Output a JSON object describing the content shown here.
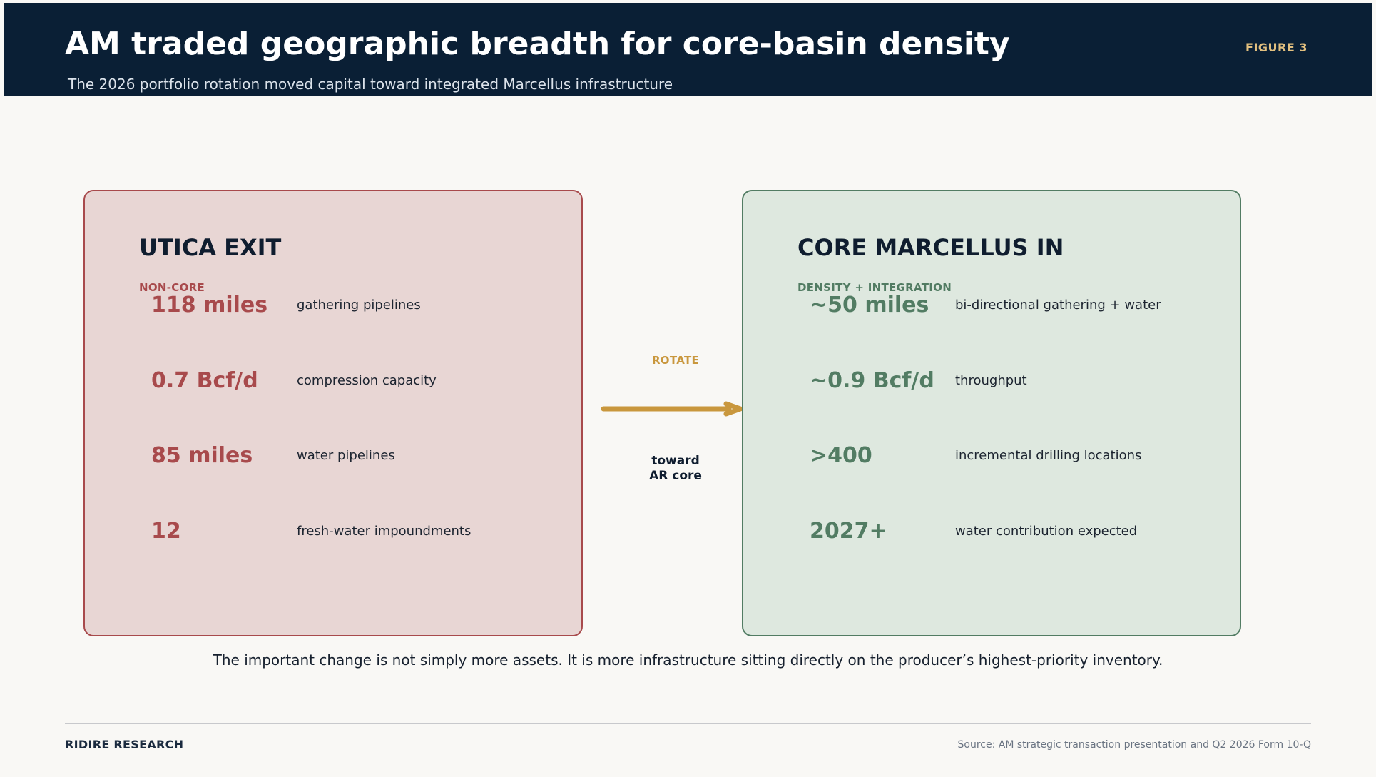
{
  "header": {
    "title": "AM traded geographic breadth for core-basin density",
    "subtitle": "The 2026 portfolio rotation moved capital toward integrated Marcellus infrastructure",
    "figure_tag": "FIGURE 3"
  },
  "left_panel": {
    "title": "UTICA EXIT",
    "subtitle": "NON-CORE",
    "metrics": [
      {
        "value": "118 miles",
        "label": "gathering pipelines"
      },
      {
        "value": "0.7 Bcf/d",
        "label": "compression capacity"
      },
      {
        "value": "85 miles",
        "label": "water pipelines"
      },
      {
        "value": "12",
        "label": "fresh-water impoundments"
      }
    ]
  },
  "transition": {
    "top_label": "ROTATE",
    "bottom_line1": "toward",
    "bottom_line2": "AR core"
  },
  "right_panel": {
    "title": "CORE MARCELLUS IN",
    "subtitle": "DENSITY + INTEGRATION",
    "metrics": [
      {
        "value": "~50 miles",
        "label": "bi-directional gathering + water"
      },
      {
        "value": "~0.9 Bcf/d",
        "label": "throughput"
      },
      {
        "value": ">400",
        "label": "incremental drilling locations"
      },
      {
        "value": "2027+",
        "label": "water contribution expected"
      }
    ]
  },
  "takeaway": "The important change is not simply more assets. It is more infrastructure sitting directly on the producer’s highest-priority inventory.",
  "footer": {
    "brand": "RIDIRE RESEARCH",
    "source": "Source: AM strategic transaction presentation and Q2 2026 Form 10-Q"
  },
  "colors": {
    "header_bg": "#0a1f35",
    "figure_tag": "#e3c07f",
    "exit_accent": "#a84a4c",
    "exit_fill": "#e8d6d4",
    "in_accent": "#527c63",
    "in_fill": "#dee8df",
    "arrow": "#c9973d"
  },
  "icons": {
    "transition": "arrow-right-icon"
  }
}
